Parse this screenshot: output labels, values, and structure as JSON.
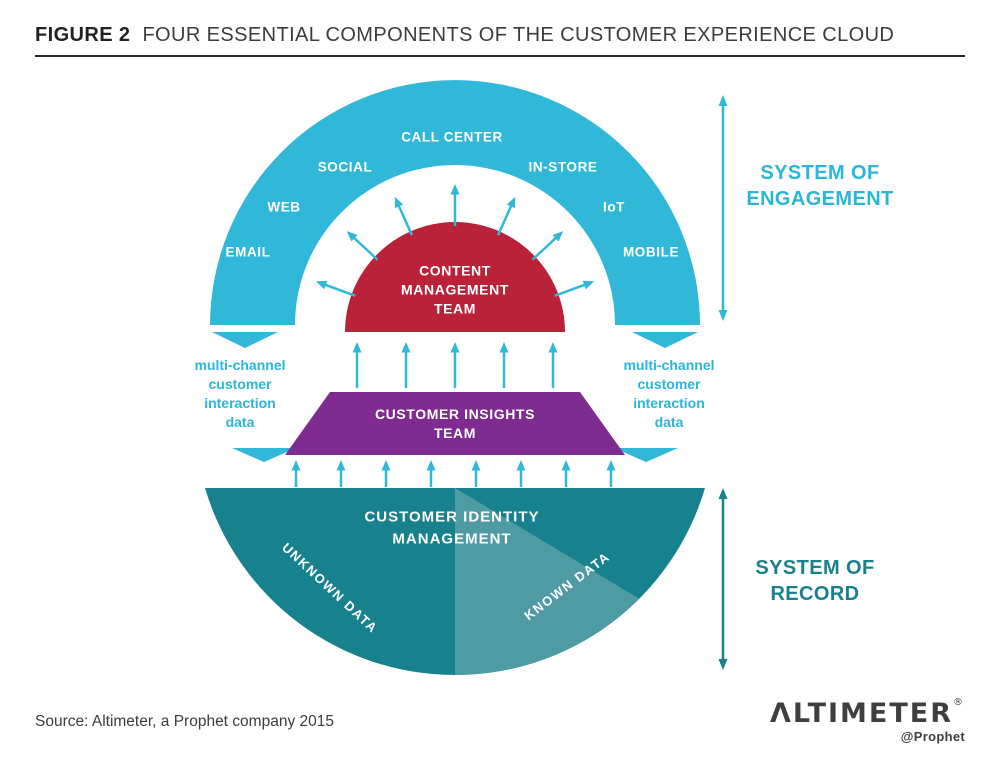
{
  "figure": {
    "label": "FIGURE 2",
    "title": "FOUR ESSENTIAL COMPONENTS OF THE CUSTOMER EXPERIENCE CLOUD"
  },
  "colors": {
    "engagement": "#31b8d9",
    "content_team": "#b92239",
    "insights_team": "#7e2c8f",
    "record_dark": "#17818d",
    "record_light": "#4e9ba3",
    "heading_text": "#222222",
    "body_text": "#3c3c3c",
    "cyan_text": "#29b6d8"
  },
  "engagement": {
    "channels": [
      "EMAIL",
      "WEB",
      "SOCIAL",
      "CALL CENTER",
      "IN-STORE",
      "IoT",
      "MOBILE"
    ],
    "system_label": "SYSTEM OF\nENGAGEMENT"
  },
  "teams": {
    "content_management": "CONTENT\nMANAGEMENT\nTEAM",
    "customer_insights": "CUSTOMER INSIGHTS\nTEAM"
  },
  "record": {
    "identity_label": "CUSTOMER IDENTITY\nMANAGEMENT",
    "unknown_data": "UNKNOWN DATA",
    "known_data": "KNOWN DATA",
    "system_label": "SYSTEM OF\nRECORD"
  },
  "annotations": {
    "left_interaction": "multi-channel\ncustomer\ninteraction\ndata",
    "right_interaction": "multi-channel\ncustomer\ninteraction\ndata"
  },
  "footer": {
    "source": "Source: Altimeter, a Prophet company 2015",
    "logo": "ΛLTIMETER",
    "logo_reg": "®",
    "logo_sub": "@Prophet"
  }
}
